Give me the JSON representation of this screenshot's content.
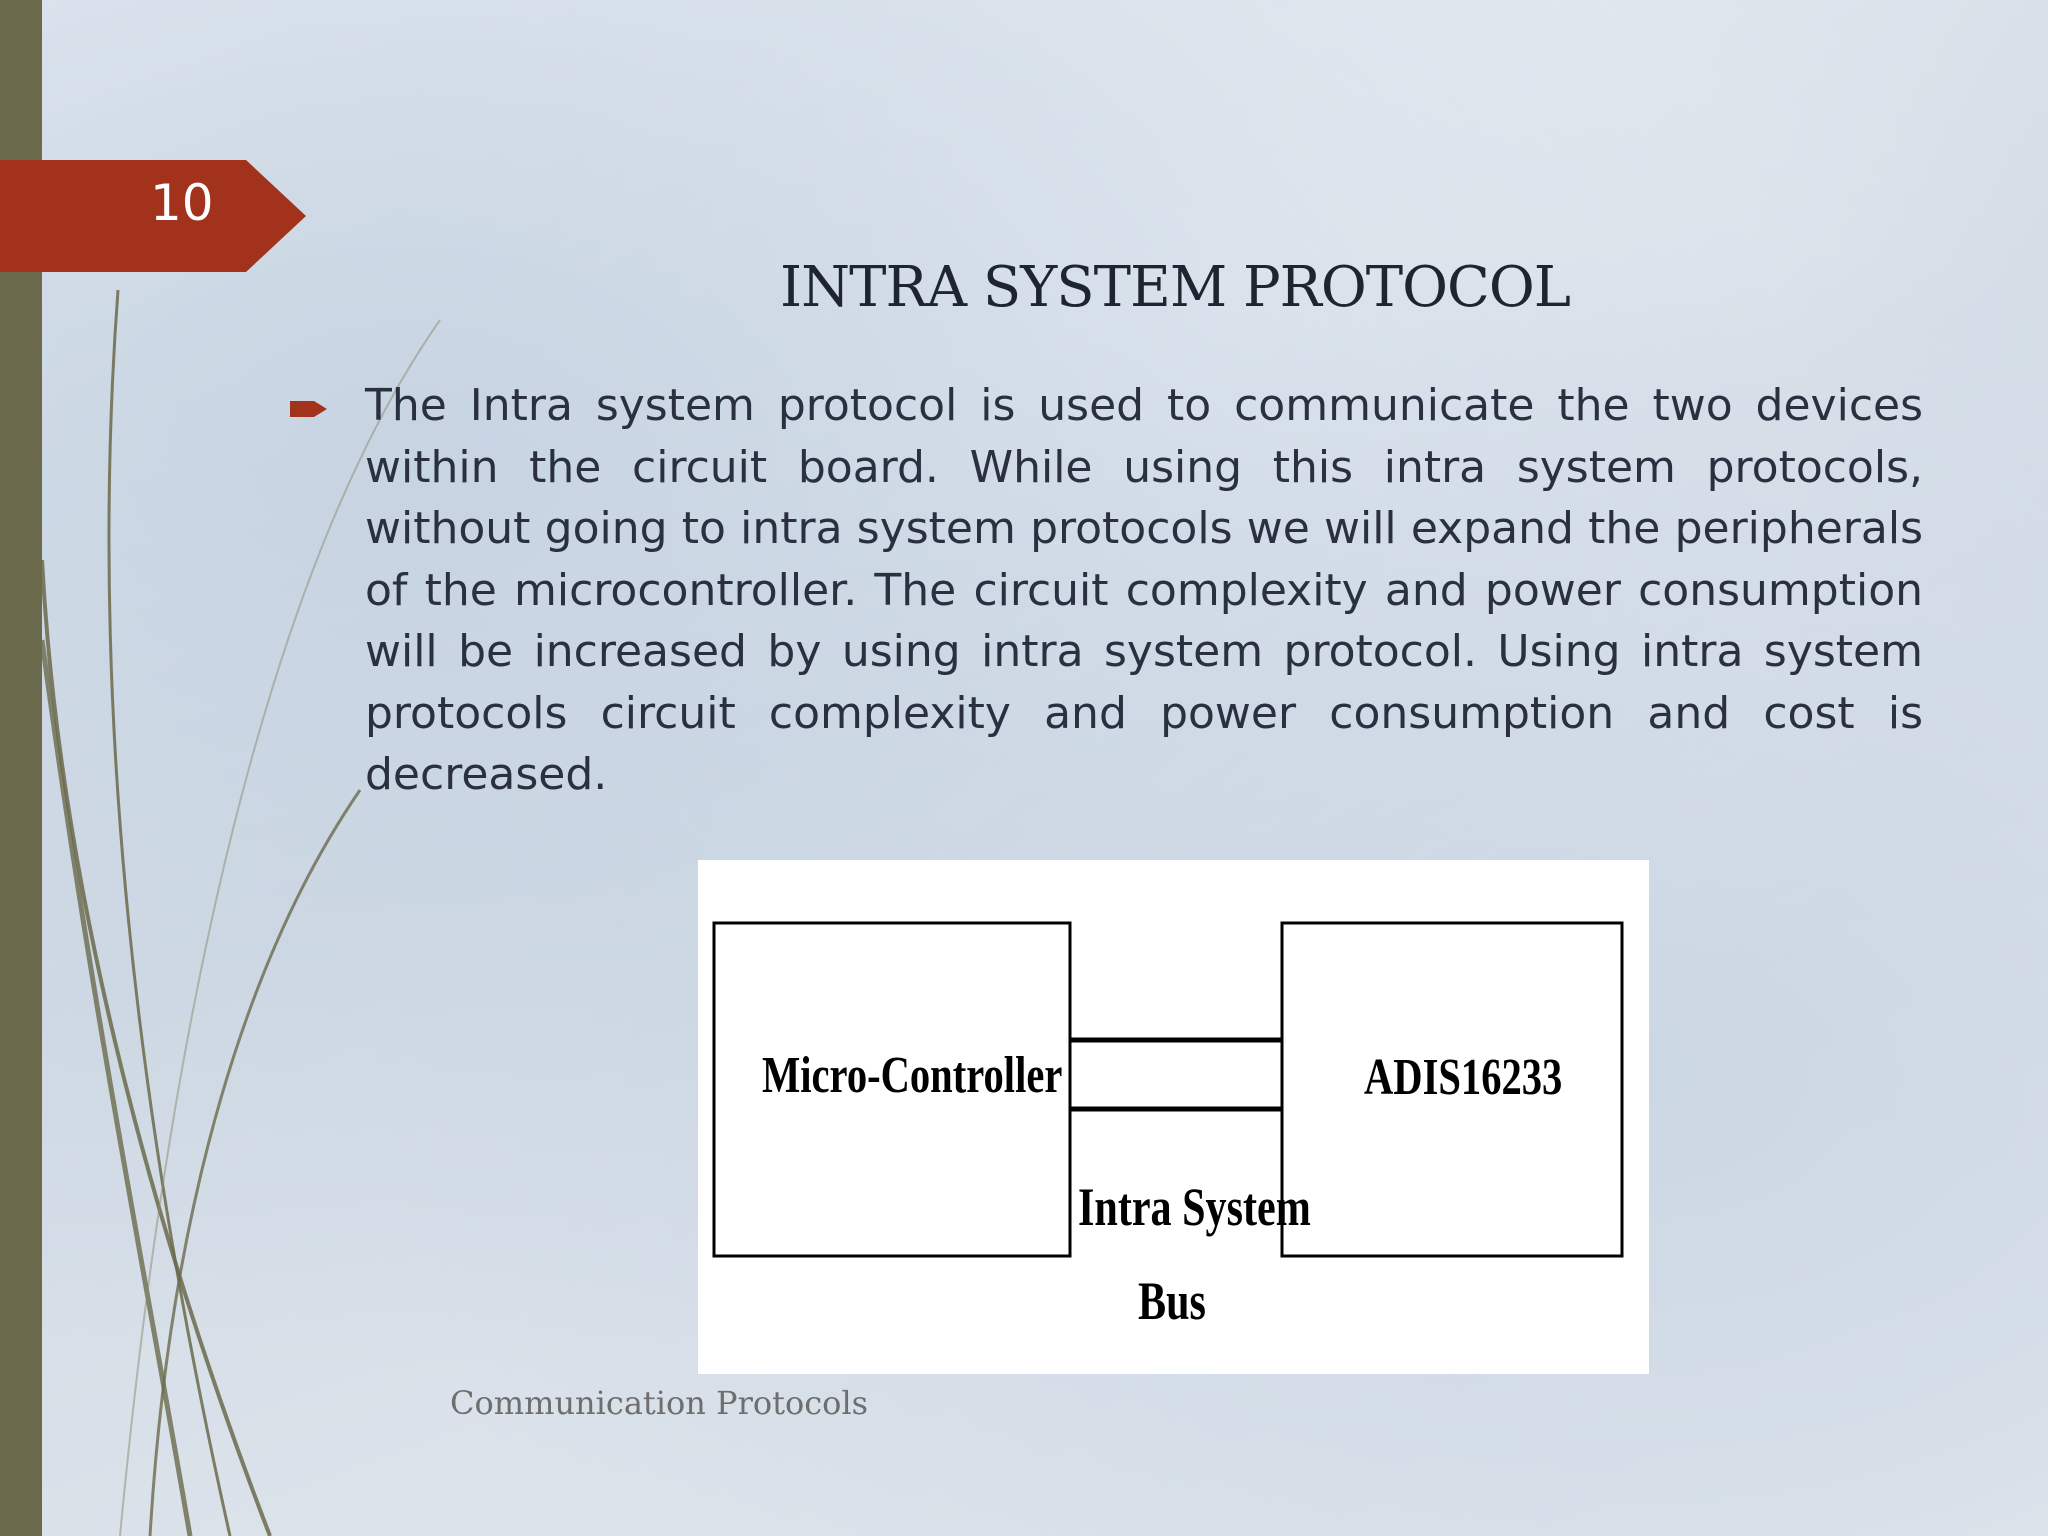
{
  "slide": {
    "number": "10",
    "title": "INTRA SYSTEM PROTOCOL",
    "bullet": "The Intra system protocol is used to communicate the two devices within the circuit board. While using this intra system protocols, without going to intra system protocols we will expand the peripherals of the microcontroller. The circuit complexity and power consumption will be increased by using intra system protocol. Using intra system protocols circuit complexity and power consumption and cost is decreased.",
    "footer": "Communication Protocols",
    "accent_color": "#a3321d",
    "sidebar_color": "#6b6a4c"
  },
  "diagram": {
    "left_block": "Micro-Controller",
    "right_block": "ADIS16233",
    "bus_label_line1": "Intra System",
    "bus_label_line2": "Bus"
  }
}
